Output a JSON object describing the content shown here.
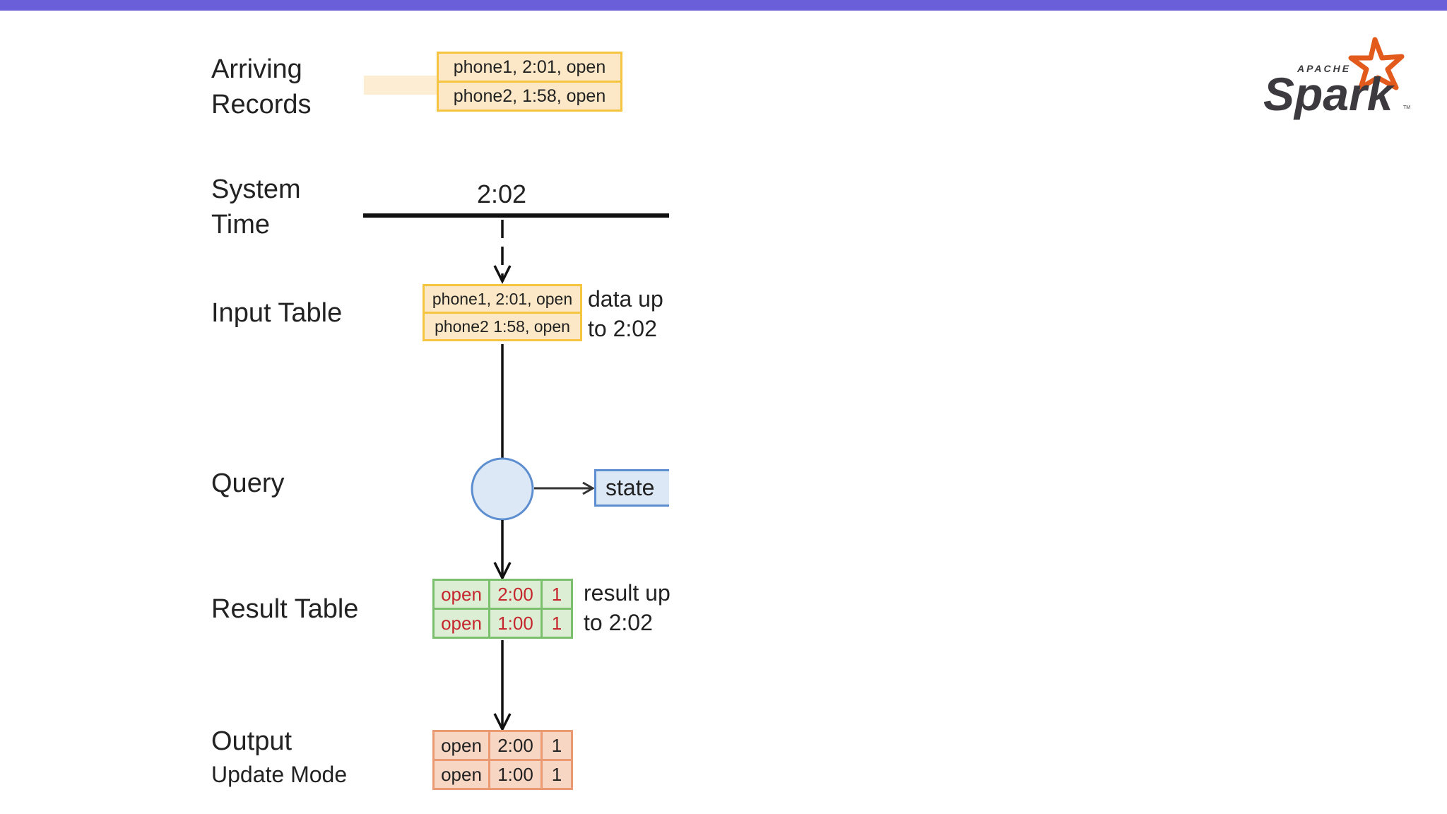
{
  "colors": {
    "topbar": "#6a5fd8",
    "yellow_fill": "#fce8c6",
    "yellow_border": "#f5c542",
    "green_fill": "#dcefd5",
    "green_border": "#7cbf6e",
    "orange_fill": "#f8d6c4",
    "orange_border": "#ea9a72",
    "result_text": "#c6262e",
    "query_circle": "#dce8f6",
    "spark_orange": "#e25a1c",
    "spark_dark": "#3c3a3e"
  },
  "labels": {
    "arriving_records_1": "Arriving",
    "arriving_records_2": "Records",
    "system_time_1": "System",
    "system_time_2": "Time",
    "input_table": "Input Table",
    "query": "Query",
    "result_table": "Result Table",
    "output": "Output",
    "output_mode": "Update Mode"
  },
  "arriving_records": [
    "phone1, 2:01, open",
    "phone2, 1:58, open"
  ],
  "system_time": "2:02",
  "input_table": {
    "rows": [
      "phone1, 2:01, open",
      "phone2 1:58, open"
    ],
    "note_1": "data up",
    "note_2": "to 2:02"
  },
  "query": {
    "state_label": "state"
  },
  "result_table": {
    "rows": [
      [
        "open",
        "2:00",
        "1"
      ],
      [
        "open",
        "1:00",
        "1"
      ]
    ],
    "note_1": "result up",
    "note_2": "to 2:02"
  },
  "output_table": {
    "rows": [
      [
        "open",
        "2:00",
        "1"
      ],
      [
        "open",
        "1:00",
        "1"
      ]
    ]
  },
  "logo": {
    "apache": "APACHE",
    "spark": "Spark",
    "tm": "TM"
  }
}
